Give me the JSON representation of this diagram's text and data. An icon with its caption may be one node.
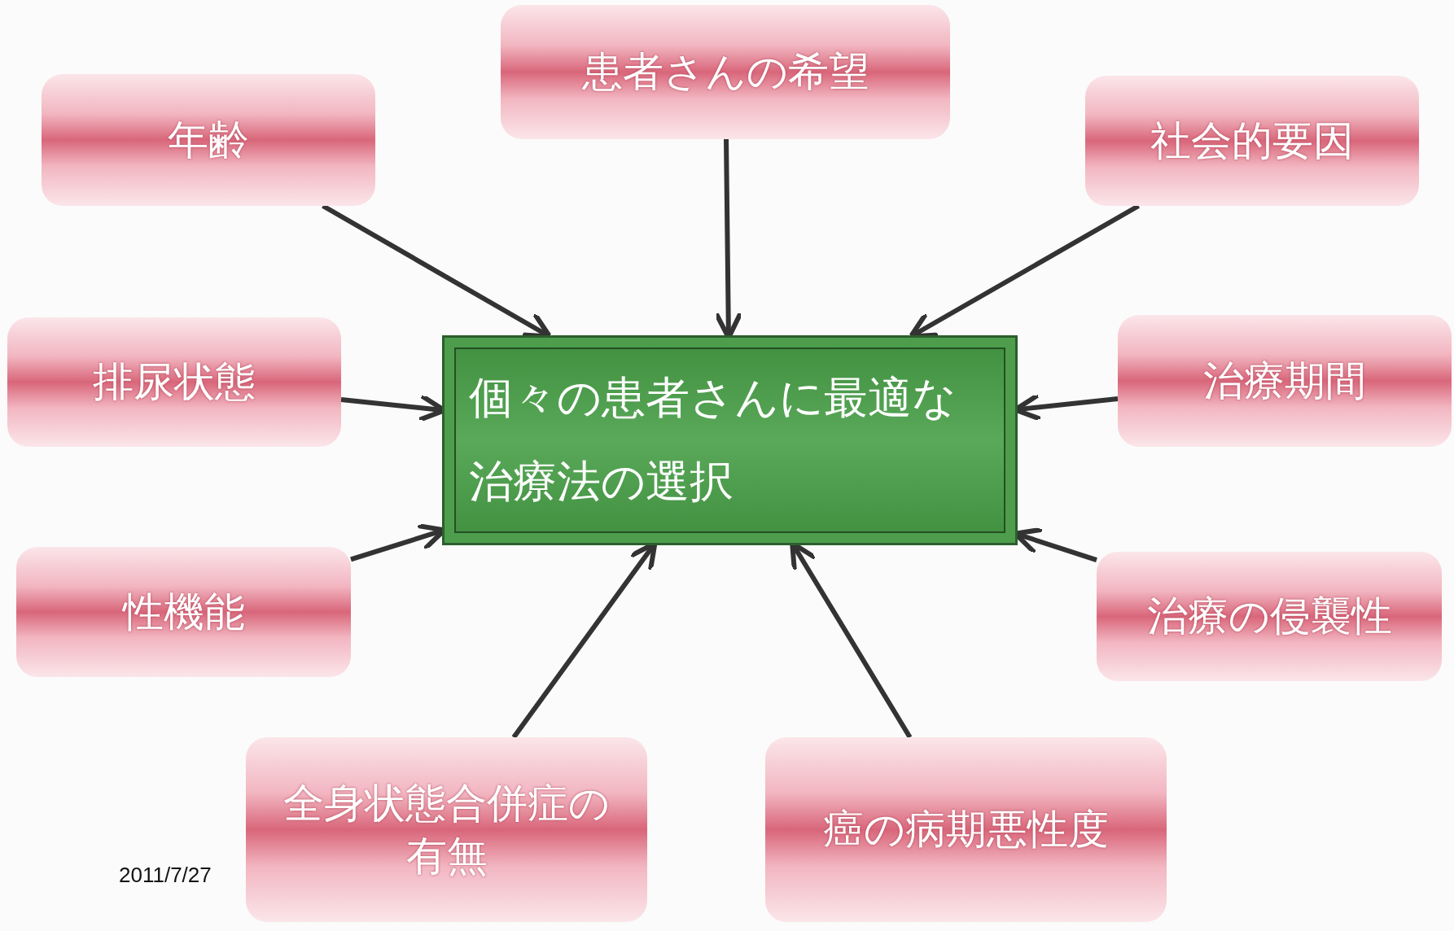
{
  "diagram": {
    "nodes": [
      {
        "text": [
          "患者さんの希望"
        ]
      },
      {
        "text": [
          "年齢"
        ]
      },
      {
        "text": [
          "社会的要因"
        ]
      },
      {
        "text": [
          "排尿状態"
        ]
      },
      {
        "text": [
          "個々の患者さんに最適な治療法の選択"
        ]
      },
      {
        "text": [
          "治療期間"
        ]
      },
      {
        "text": [
          "性機能"
        ]
      },
      {
        "text": [
          "治療の侵襲性"
        ]
      },
      {
        "text": [
          "全身状態合併症の有無"
        ]
      },
      {
        "text": [
          "癌の病期悪性度"
        ]
      }
    ],
    "edges": [
      {
        "from": 0,
        "to": 4,
        "arrow": "to"
      },
      {
        "from": 1,
        "to": 4,
        "arrow": "to"
      },
      {
        "from": 2,
        "to": 4,
        "arrow": "to"
      },
      {
        "from": 3,
        "to": 4,
        "arrow": "to"
      },
      {
        "from": 5,
        "to": 4,
        "arrow": "to"
      },
      {
        "from": 6,
        "to": 4,
        "arrow": "to"
      },
      {
        "from": 7,
        "to": 4,
        "arrow": "to"
      },
      {
        "from": 8,
        "to": 4,
        "arrow": "to"
      },
      {
        "from": 9,
        "to": 4,
        "arrow": "to"
      }
    ],
    "labels": [
      "2011/7/27"
    ]
  }
}
